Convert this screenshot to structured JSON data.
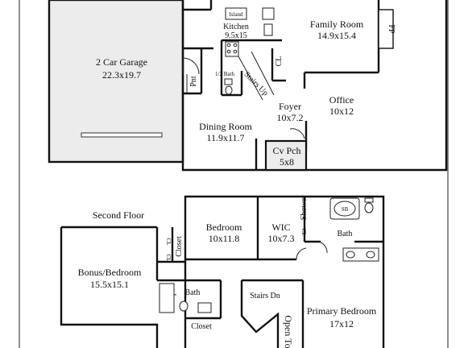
{
  "floor_plan": {
    "first_floor": {
      "rooms": [
        {
          "id": "garage",
          "name": "2 Car Garage",
          "dims": "22.3x19.7"
        },
        {
          "id": "kitchen",
          "name": "Kitchen",
          "dims": "9.5x15"
        },
        {
          "id": "family",
          "name": "Family Room",
          "dims": "14.9x15.4"
        },
        {
          "id": "dining",
          "name": "Dining Room",
          "dims": "11.9x11.7"
        },
        {
          "id": "foyer",
          "name": "Foyer",
          "dims": "10x7.2"
        },
        {
          "id": "office",
          "name": "Office",
          "dims": "10x12"
        },
        {
          "id": "porch",
          "name": "Cv Pch",
          "dims": "5x8"
        }
      ],
      "labels": {
        "island": "Island",
        "fireplace": "FP",
        "pantry": "Pnt",
        "half_bath": "1/2 Bath",
        "stairs_up": "Stairs Up",
        "closet": "CL"
      }
    },
    "second_floor": {
      "heading": "Second Floor",
      "rooms": [
        {
          "id": "bedroom",
          "name": "Bedroom",
          "dims": "10x11.8"
        },
        {
          "id": "wic",
          "name": "WIC",
          "dims": "10x7.3"
        },
        {
          "id": "bonus",
          "name": "Bonus/Bedroom",
          "dims": "15.5x15.1"
        },
        {
          "id": "primary",
          "name": "Primary Bedroom",
          "dims": "17x12"
        }
      ],
      "labels": {
        "bath": "Bath",
        "hall_bath": "Bath",
        "shower": "Shower",
        "closet_vertical": "Closet",
        "closet": "Closet",
        "stairs_down": "Stairs Dn",
        "open_to": "Open To",
        "closet_1": "CL",
        "closet_2": "CL",
        "closet_3": "CL"
      }
    }
  }
}
